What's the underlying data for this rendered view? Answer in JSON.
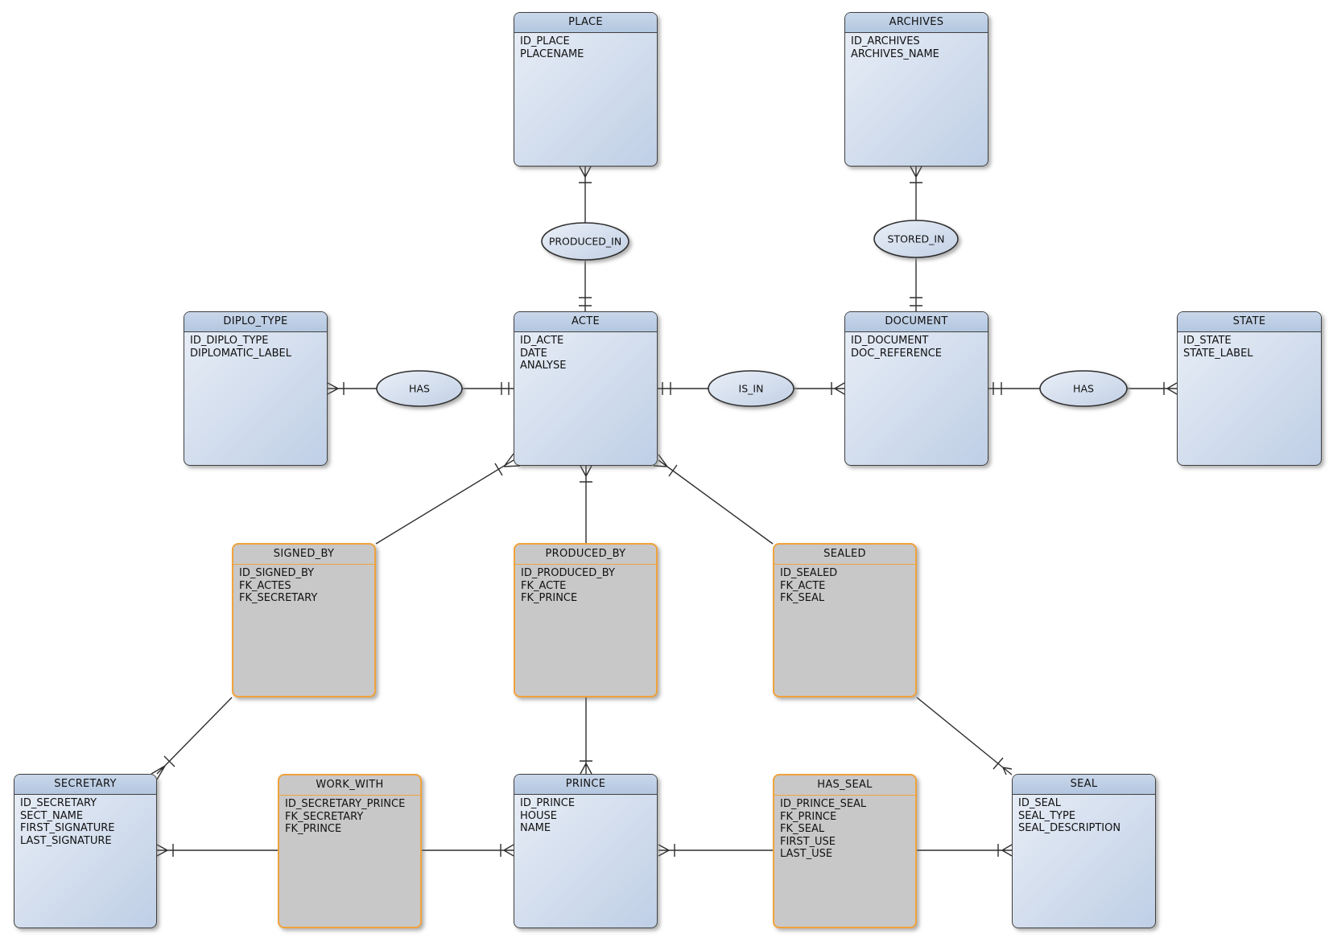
{
  "entities": [
    {
      "name": "PLACE",
      "fields": [
        "ID_PLACE",
        "PLACENAME"
      ]
    },
    {
      "name": "ARCHIVES",
      "fields": [
        "ID_ARCHIVES",
        "ARCHIVES_NAME"
      ]
    },
    {
      "name": "DIPLO_TYPE",
      "fields": [
        "ID_DIPLO_TYPE",
        "DIPLOMATIC_LABEL"
      ]
    },
    {
      "name": "ACTE",
      "fields": [
        "ID_ACTE",
        "DATE",
        "ANALYSE"
      ]
    },
    {
      "name": "DOCUMENT",
      "fields": [
        "ID_DOCUMENT",
        "DOC_REFERENCE"
      ]
    },
    {
      "name": "STATE",
      "fields": [
        "ID_STATE",
        "STATE_LABEL"
      ]
    },
    {
      "name": "SIGNED_BY",
      "fields": [
        "ID_SIGNED_BY",
        "FK_ACTES",
        "FK_SECRETARY"
      ]
    },
    {
      "name": "PRODUCED_BY",
      "fields": [
        "ID_PRODUCED_BY",
        "FK_ACTE",
        "FK_PRINCE"
      ]
    },
    {
      "name": "SEALED",
      "fields": [
        "ID_SEALED",
        "FK_ACTE",
        "FK_SEAL"
      ]
    },
    {
      "name": "SECRETARY",
      "fields": [
        "ID_SECRETARY",
        "SECT_NAME",
        "FIRST_SIGNATURE",
        "LAST_SIGNATURE"
      ]
    },
    {
      "name": "WORK_WITH",
      "fields": [
        "ID_SECRETARY_PRINCE",
        "FK_SECRETARY",
        "FK_PRINCE"
      ]
    },
    {
      "name": "PRINCE",
      "fields": [
        "ID_PRINCE",
        "HOUSE",
        "NAME"
      ]
    },
    {
      "name": "HAS_SEAL",
      "fields": [
        "ID_PRINCE_SEAL",
        "FK_PRINCE",
        "FK_SEAL",
        "FIRST_USE",
        "LAST_USE"
      ]
    },
    {
      "name": "SEAL",
      "fields": [
        "ID_SEAL",
        "SEAL_TYPE",
        "SEAL_DESCRIPTION"
      ]
    }
  ],
  "relationships": [
    {
      "label": "PRODUCED_IN"
    },
    {
      "label": "STORED_IN"
    },
    {
      "label": "HAS"
    },
    {
      "label": "IS_IN"
    },
    {
      "label": "HAS"
    }
  ],
  "colors": {
    "entity_border": "#404040",
    "association_border": "#f0a23c",
    "association_fill": "#c8c8c8",
    "entity_fill_light": "#e9eff7",
    "entity_fill_dark": "#bfcfe6",
    "wire": "#2e2e2e"
  }
}
